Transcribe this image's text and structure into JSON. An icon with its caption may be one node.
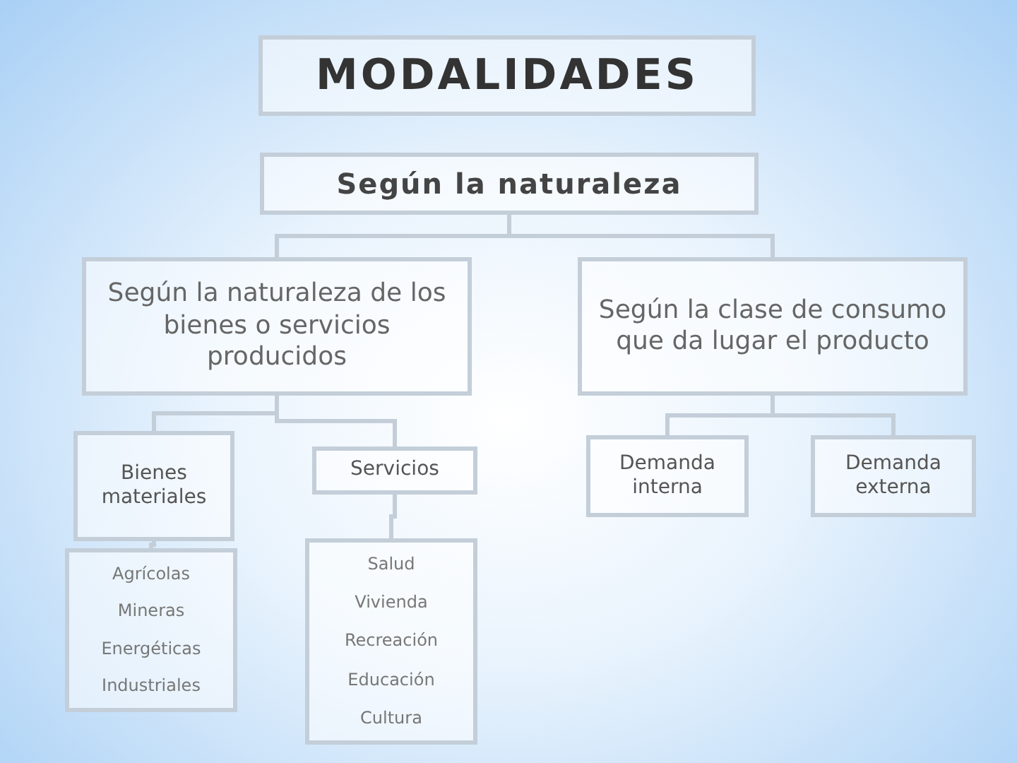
{
  "diagram": {
    "nodes": [
      {
        "text": [
          "MODALIDADES"
        ]
      },
      {
        "text": [
          "Según la naturaleza"
        ]
      },
      {
        "text": [
          "Según la naturaleza de los bienes o servicios producidos"
        ]
      },
      {
        "text": [
          "Según la clase de consumo que da lugar el producto"
        ]
      },
      {
        "text": [
          "Bienes materiales"
        ]
      },
      {
        "text": [
          "Servicios"
        ]
      },
      {
        "text": [
          "Demanda interna"
        ]
      },
      {
        "text": [
          "Demanda externa"
        ]
      },
      {
        "text": [
          "Agrícolas",
          "Mineras",
          "Energéticas",
          "Industriales"
        ]
      },
      {
        "text": [
          "Salud",
          "Vivienda",
          "Recreación",
          "Educación",
          "Cultura"
        ]
      }
    ],
    "edges": [
      {
        "from": 1,
        "to": 2,
        "arrow": "none"
      },
      {
        "from": 1,
        "to": 3,
        "arrow": "none"
      },
      {
        "from": 2,
        "to": 4,
        "arrow": "none"
      },
      {
        "from": 2,
        "to": 5,
        "arrow": "none"
      },
      {
        "from": 3,
        "to": 6,
        "arrow": "none"
      },
      {
        "from": 3,
        "to": 7,
        "arrow": "none"
      },
      {
        "from": 4,
        "to": 8,
        "arrow": "none"
      },
      {
        "from": 5,
        "to": 9,
        "arrow": "none"
      }
    ]
  }
}
